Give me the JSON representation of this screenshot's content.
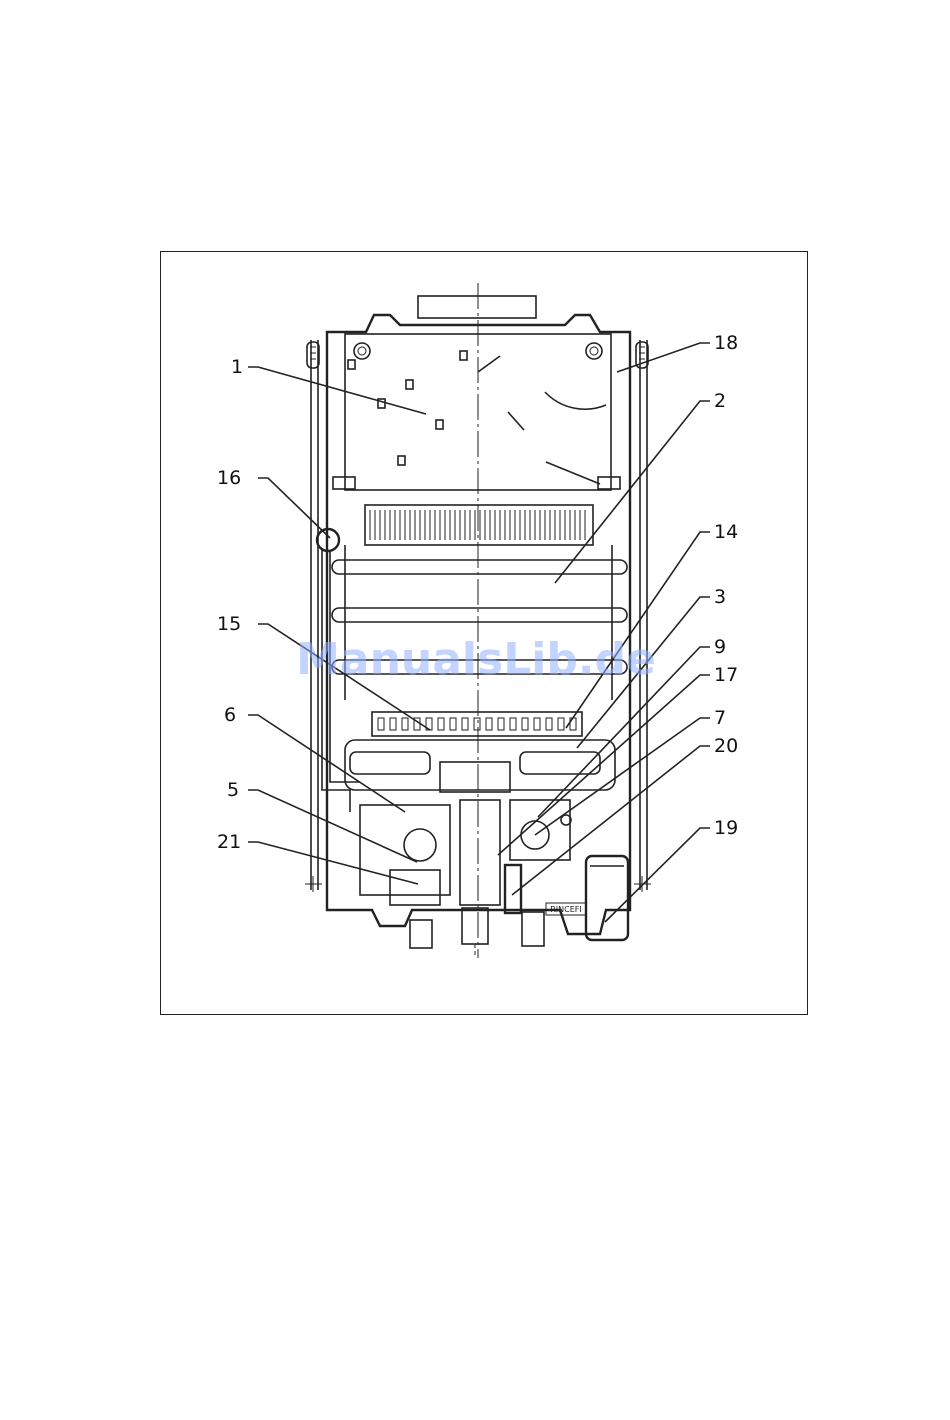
{
  "colors": {
    "line": "#222222",
    "watermark": "#8fb1ff"
  },
  "watermark": "ManualsLib.de",
  "plate_text": "RINCEFI",
  "labels": [
    {
      "id": "1",
      "text": "1"
    },
    {
      "id": "2",
      "text": "2"
    },
    {
      "id": "3",
      "text": "3"
    },
    {
      "id": "5",
      "text": "5"
    },
    {
      "id": "6",
      "text": "6"
    },
    {
      "id": "7",
      "text": "7"
    },
    {
      "id": "9",
      "text": "9"
    },
    {
      "id": "14",
      "text": "14"
    },
    {
      "id": "15",
      "text": "15"
    },
    {
      "id": "16",
      "text": "16"
    },
    {
      "id": "17",
      "text": "17"
    },
    {
      "id": "18",
      "text": "18"
    },
    {
      "id": "19",
      "text": "19"
    },
    {
      "id": "20",
      "text": "20"
    },
    {
      "id": "21",
      "text": "21"
    }
  ]
}
